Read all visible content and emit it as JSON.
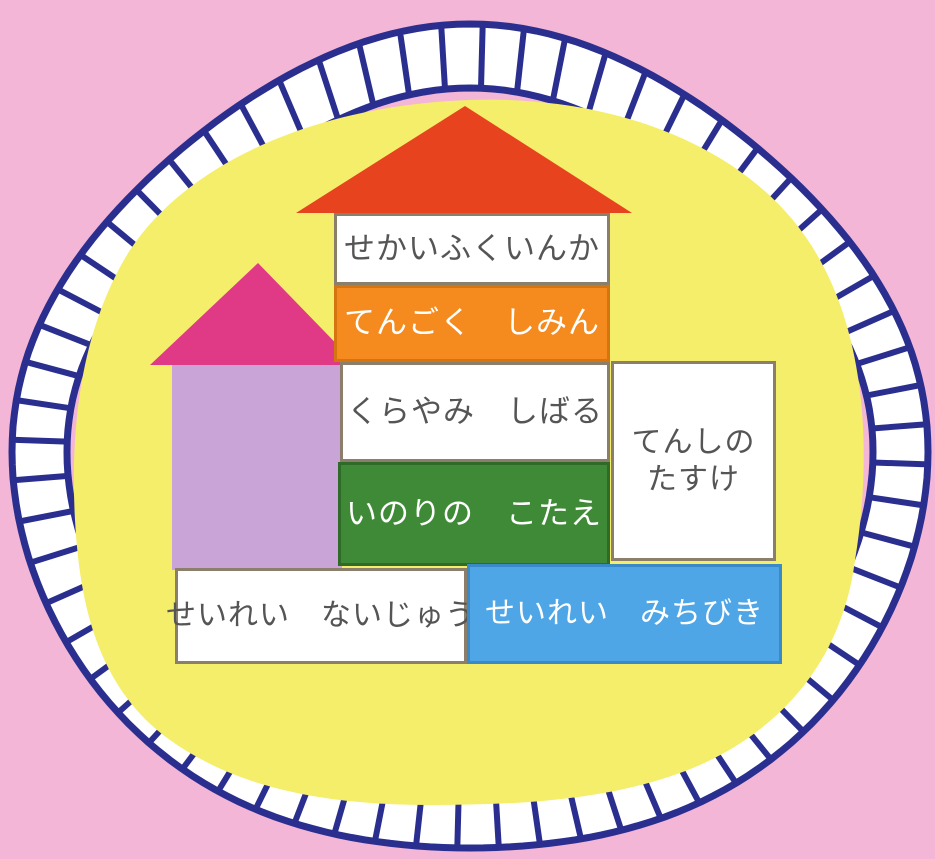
{
  "colors": {
    "background": "#f4b6d6",
    "yard": "#f4ee6a",
    "fence_outline": "#2a2f8f",
    "fence_fill": "#ffffff",
    "roof_main": "#e8431f",
    "roof_side": "#e03a86",
    "tower": "#c9a4d6",
    "orange": "#f58a1e",
    "green": "#3f8a36",
    "blue": "#4fa6e6",
    "white": "#ffffff"
  },
  "blocks": {
    "world_evangelization": "せかいふくいんか",
    "heavenly_citizen": "てんごく　しみん",
    "binding_darkness": "くらやみ　しばる",
    "answered_prayer": "いのりの　こたえ",
    "angel_help": "てんしの\nたすけ",
    "holy_spirit_indwelling": "せいれい　ないじゅう",
    "holy_spirit_guidance": "せいれい　みちびき"
  }
}
